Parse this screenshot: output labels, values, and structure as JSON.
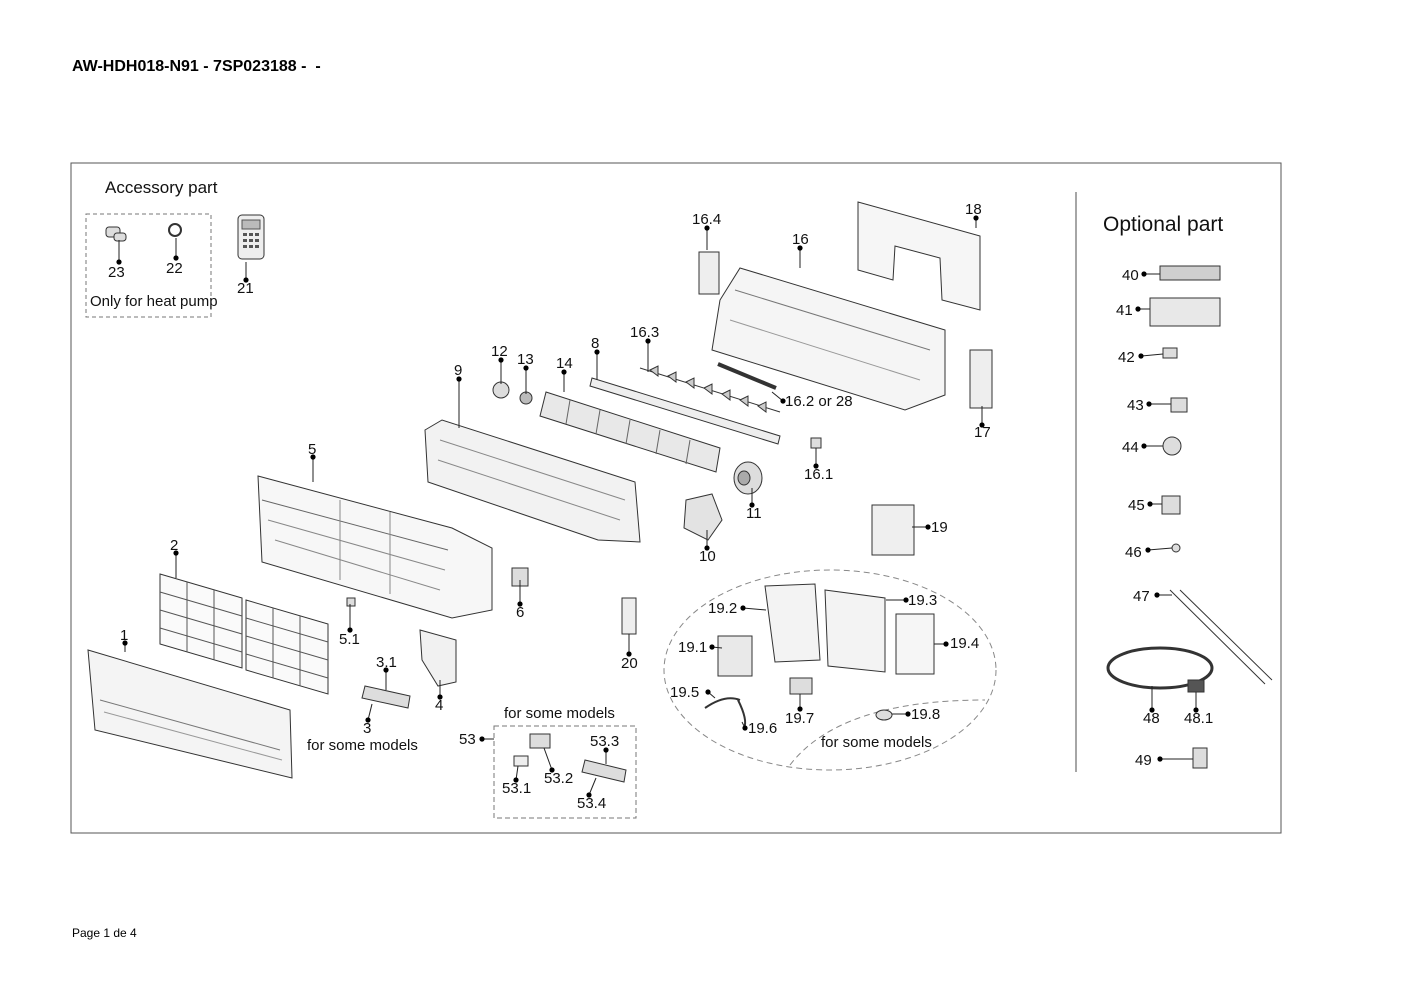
{
  "document": {
    "title": "AW-HDH018-N91 - 7SP023188 -  -",
    "footer": "Page 1 de 4"
  },
  "diagram": {
    "accessory_header": "Accessory part",
    "heat_pump_note": "Only for heat pump",
    "optional_header": "Optional part",
    "notes": {
      "some_models_top": "for some models",
      "some_models_3": "for some models",
      "some_models_19": "for some models"
    },
    "labels": {
      "p1": "1",
      "p2": "2",
      "p3": "3",
      "p3_1": "3.1",
      "p4": "4",
      "p5": "5",
      "p5_1": "5.1",
      "p6": "6",
      "p8": "8",
      "p9": "9",
      "p10": "10",
      "p11": "11",
      "p12": "12",
      "p13": "13",
      "p14": "14",
      "p16": "16",
      "p16_1": "16.1",
      "p16_2": "16.2 or 28",
      "p16_3": "16.3",
      "p16_4": "16.4",
      "p17": "17",
      "p18": "18",
      "p19": "19",
      "p19_1": "19.1",
      "p19_2": "19.2",
      "p19_3": "19.3",
      "p19_4": "19.4",
      "p19_5": "19.5",
      "p19_6": "19.6",
      "p19_7": "19.7",
      "p19_8": "19.8",
      "p20": "20",
      "p21": "21",
      "p22": "22",
      "p23": "23",
      "p40": "40",
      "p41": "41",
      "p42": "42",
      "p43": "43",
      "p44": "44",
      "p45": "45",
      "p46": "46",
      "p47": "47",
      "p48": "48",
      "p48_1": "48.1",
      "p49": "49",
      "p53": "53",
      "p53_1": "53.1",
      "p53_2": "53.2",
      "p53_3": "53.3",
      "p53_4": "53.4"
    }
  }
}
